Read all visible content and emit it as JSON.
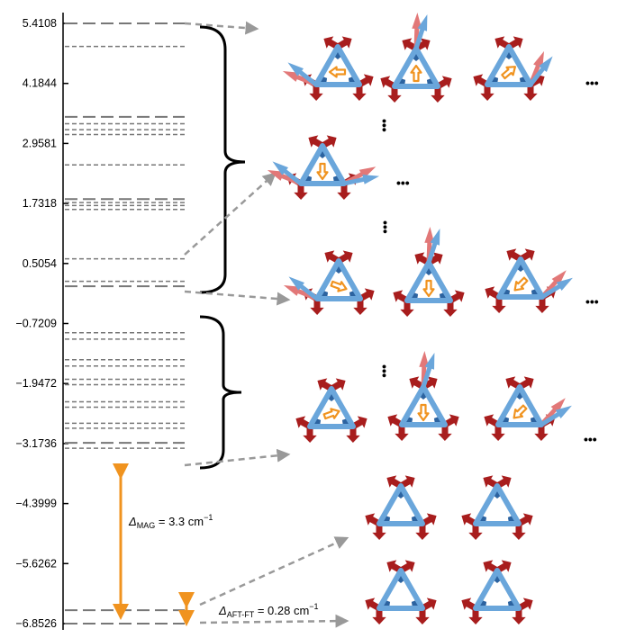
{
  "axis": {
    "tick_labels": [
      "5.4108",
      "4.1844",
      "2.9581",
      "1.7318",
      "0.5054",
      "−0.7209",
      "−1.9472",
      "−3.1736",
      "−4.3999",
      "−5.6262",
      "−6.8526"
    ],
    "range": [
      -6.8526,
      5.4108
    ]
  },
  "levels": {
    "long_dash": [
      5.4108,
      3.5,
      1.82,
      0.04,
      -3.16,
      -6.58,
      -6.8526
    ],
    "short_dash": [
      4.94,
      3.36,
      3.24,
      3.14,
      2.52,
      1.75,
      1.69,
      1.61,
      0.6,
      0.14,
      -0.91,
      -1.04,
      -1.46,
      -1.59,
      -1.86,
      -1.97,
      -2.32,
      -2.43,
      -2.76,
      -2.86,
      -3.27
    ]
  },
  "annotations": {
    "delta_mag": {
      "symbol": "Δ",
      "subscript": "MAG",
      "value": " = 3.3 cm",
      "exponent": "−1"
    },
    "delta_aft_ft": {
      "symbol": "Δ",
      "subscript": "AFT-FT",
      "value": " = 0.28 cm",
      "exponent": "−1"
    }
  },
  "ellipsis": "•••",
  "colors": {
    "axis": "#000000",
    "dash": "#777777",
    "guide_arrow": "#999999",
    "orange": "#f0931f",
    "triangle": "#6aa6db",
    "blue_arrow": "#2c63a0",
    "red_arrow": "#a81d1d",
    "light_blue": "#6aa6db",
    "light_red": "#e27878"
  }
}
